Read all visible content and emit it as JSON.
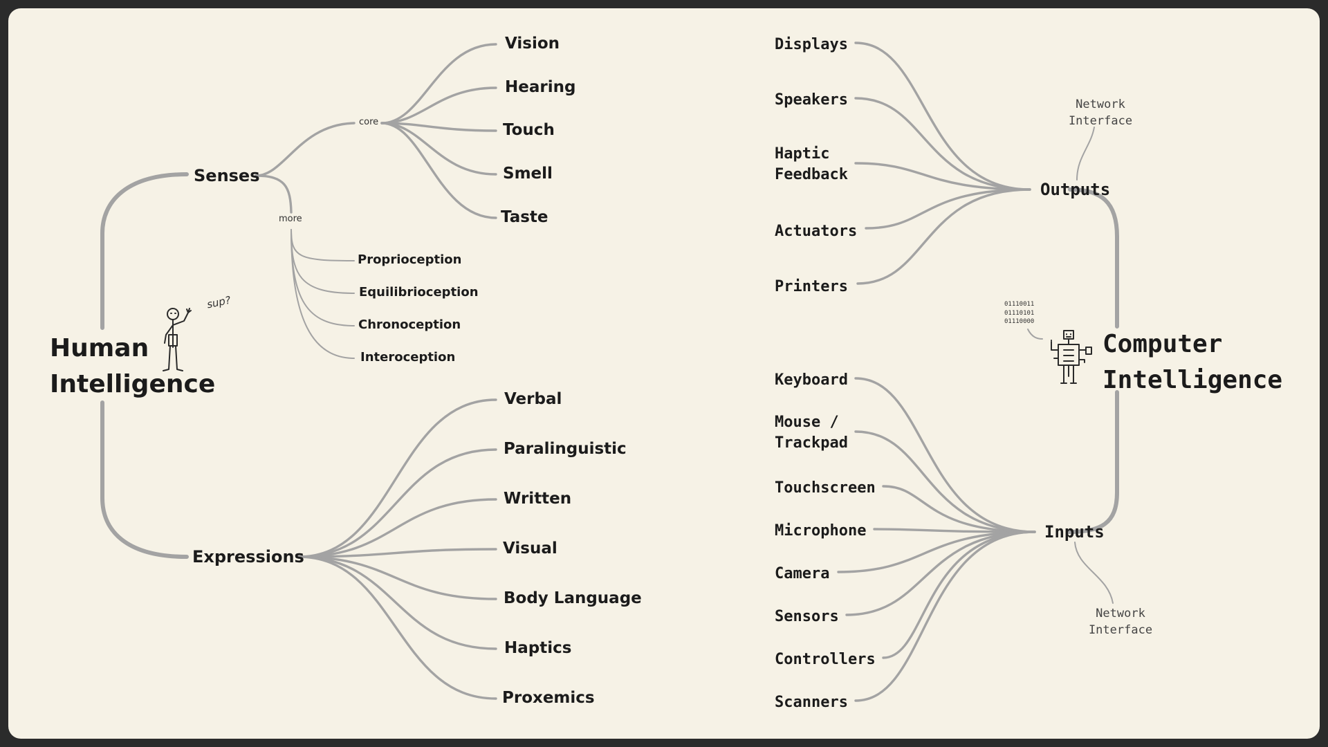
{
  "human": {
    "title_line1": "Human",
    "title_line2": "Intelligence",
    "sup_text": "sup?",
    "senses": {
      "label": "Senses",
      "core_label": "core",
      "core": [
        "Vision",
        "Hearing",
        "Touch",
        "Smell",
        "Taste"
      ],
      "more_label": "more",
      "more": [
        "Proprioception",
        "Equilibrioception",
        "Chronoception",
        "Interoception"
      ]
    },
    "expressions": {
      "label": "Expressions",
      "items": [
        "Verbal",
        "Paralinguistic",
        "Written",
        "Visual",
        "Body Language",
        "Haptics",
        "Proxemics"
      ]
    }
  },
  "computer": {
    "title_line1": "Computer",
    "title_line2": "Intelligence",
    "binary": [
      "01110011",
      "01110101",
      "01110000"
    ],
    "outputs": {
      "label": "Outputs",
      "network_interface": "Network Interface",
      "items": [
        "Displays",
        "Speakers",
        "Haptic Feedback",
        "Actuators",
        "Printers"
      ]
    },
    "inputs": {
      "label": "Inputs",
      "network_interface": "Network Interface",
      "items": [
        "Keyboard",
        "Mouse / Trackpad",
        "Touchscreen",
        "Microphone",
        "Camera",
        "Sensors",
        "Controllers",
        "Scanners"
      ]
    }
  },
  "colors": {
    "background": "#f6f2e6",
    "frame": "#2b2b2b",
    "connector": "#a3a3a3",
    "text": "#1b1b1b"
  },
  "icons": [
    "stick-figure-icon",
    "robot-icon"
  ]
}
